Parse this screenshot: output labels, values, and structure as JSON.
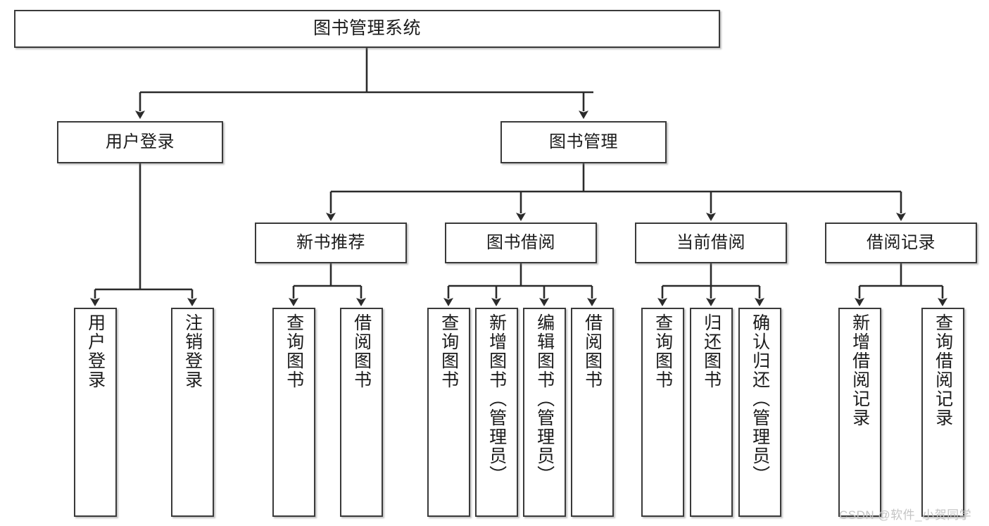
{
  "diagram": {
    "title": "图书管理系统",
    "root": {
      "label": "图书管理系统"
    },
    "level2": [
      {
        "label": "用户登录"
      },
      {
        "label": "图书管理"
      }
    ],
    "level3": [
      {
        "label": "新书推荐"
      },
      {
        "label": "图书借阅"
      },
      {
        "label": "当前借阅"
      },
      {
        "label": "借阅记录"
      }
    ],
    "leaves": [
      {
        "label": "用户登录"
      },
      {
        "label": "注销登录"
      },
      {
        "label": "查询图书"
      },
      {
        "label": "借阅图书"
      },
      {
        "label": "查询图书"
      },
      {
        "label": "新增图书（管理员）"
      },
      {
        "label": "编辑图书（管理员）"
      },
      {
        "label": "借阅图书"
      },
      {
        "label": "查询图书"
      },
      {
        "label": "归还图书"
      },
      {
        "label": "确认归还（管理员）"
      },
      {
        "label": "新增借阅记录"
      },
      {
        "label": "查询借阅记录"
      }
    ]
  },
  "watermark": {
    "text": "CSDN @软件_小贺同学"
  },
  "colors": {
    "background": "#ffffff",
    "box_border": "#3a3a3a",
    "connector": "#2b2b2b",
    "text": "#1b1b1b",
    "watermark": "#c4c4c4"
  }
}
